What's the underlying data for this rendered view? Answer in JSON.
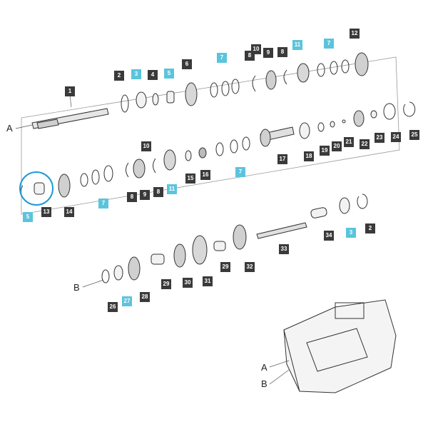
{
  "diagram": {
    "colors": {
      "dark_badge": "#3a3a3a",
      "highlight_badge": "#5bc4dc",
      "line": "#555555",
      "part_stroke": "#333333",
      "circle_highlight": "#1e9bd7"
    },
    "badges": {
      "b1": "1",
      "b2a": "2",
      "b3a": "3",
      "b4": "4",
      "b5a": "5",
      "b6": "6",
      "b7a": "7",
      "b8a": "8",
      "b10a": "10",
      "b9a": "9",
      "b8b": "8",
      "b11a": "11",
      "b7b": "7",
      "b12": "12",
      "b10b": "10",
      "b7c": "7",
      "b8c": "8",
      "b9b": "9",
      "b8d": "8",
      "b11b": "11",
      "b15": "15",
      "b16": "16",
      "b7d": "7",
      "b17": "17",
      "b18": "18",
      "b19": "19",
      "b20": "20",
      "b21": "21",
      "b22": "22",
      "b23": "23",
      "b24": "24",
      "b25": "25",
      "b5b": "5",
      "b13": "13",
      "b14": "14",
      "b34": "34",
      "b3b": "3",
      "b2b": "2",
      "b33": "33",
      "b26": "26",
      "b27": "27",
      "b28": "28",
      "b29a": "29",
      "b30": "30",
      "b31": "31",
      "b29b": "29",
      "b32": "32"
    },
    "letters": {
      "a1": "A",
      "b1": "B",
      "a2": "A",
      "b2": "B"
    }
  }
}
